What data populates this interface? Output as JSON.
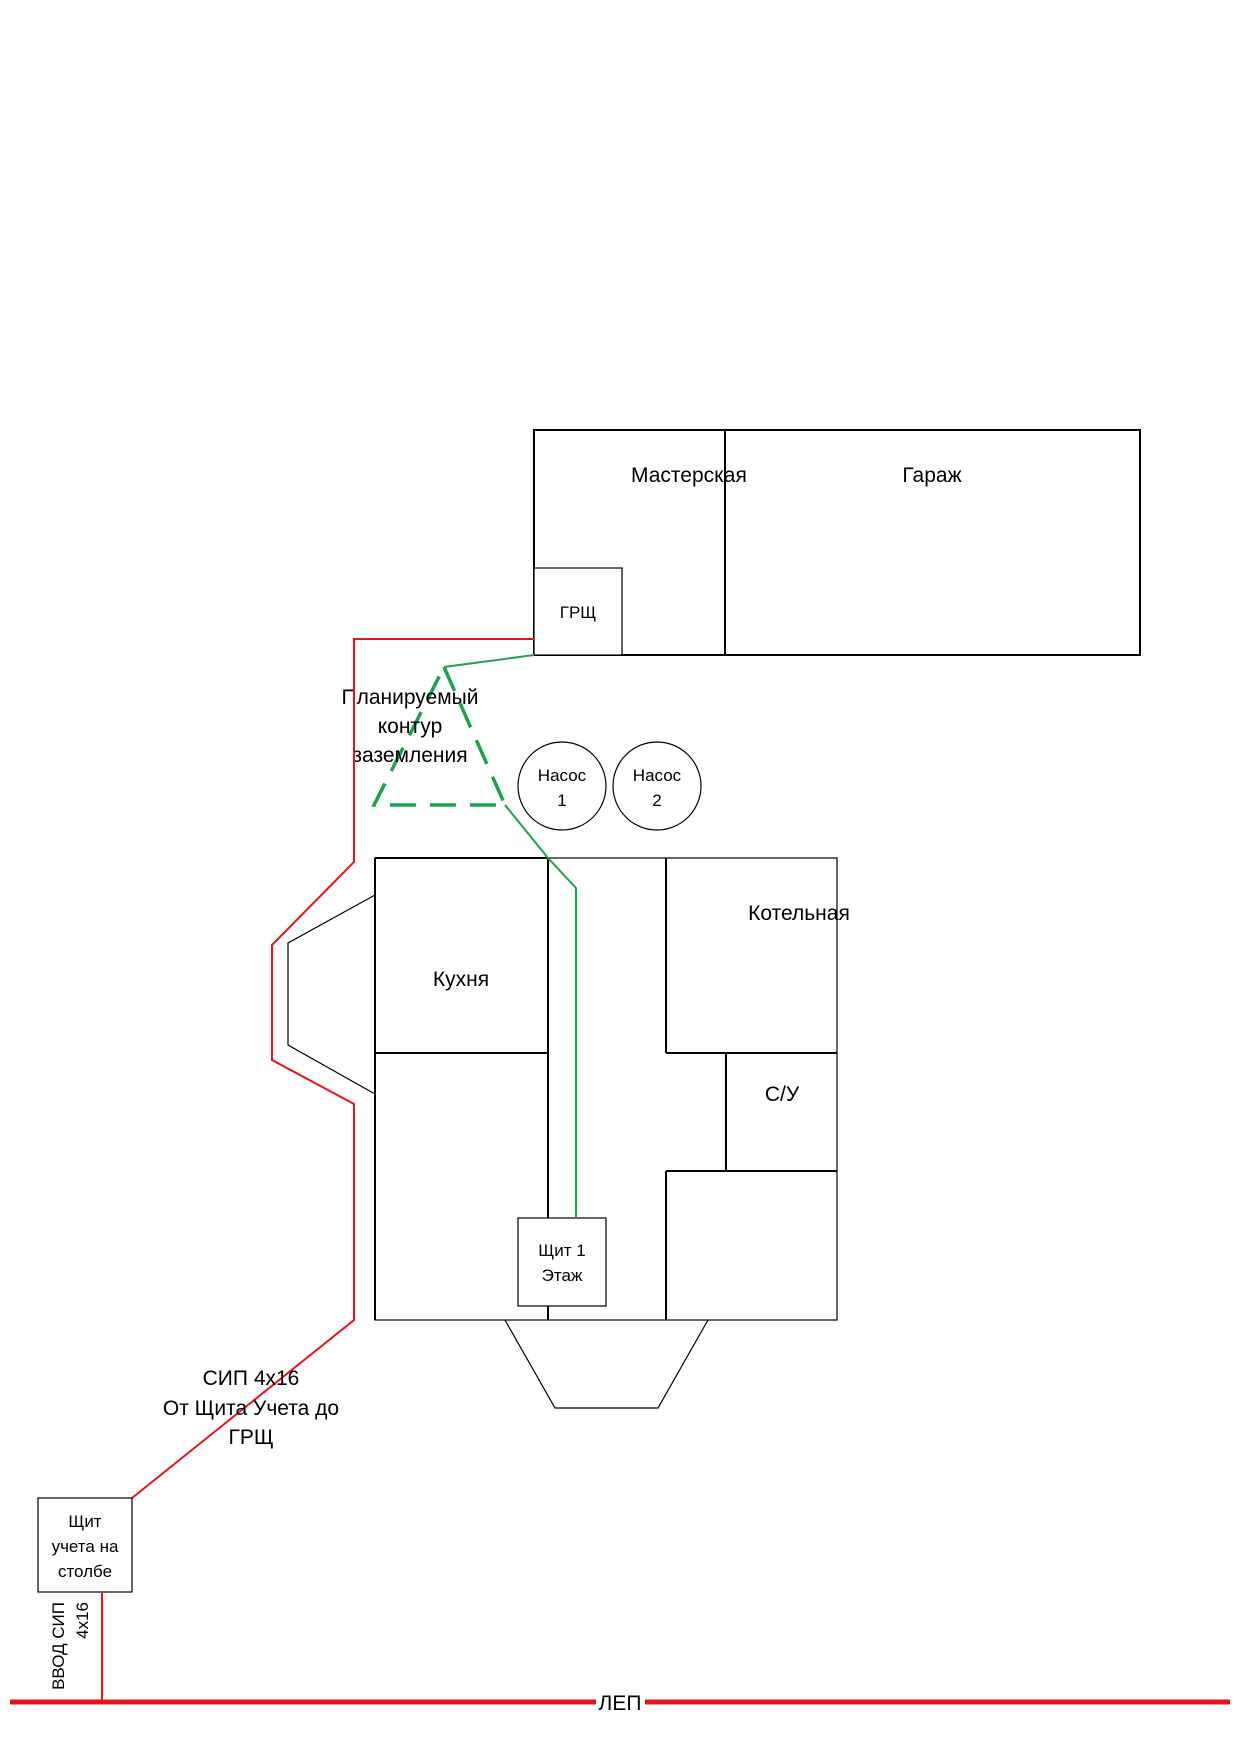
{
  "rooms": {
    "workshop": "Мастерская",
    "garage": "Гараж",
    "kitchen": "Кухня",
    "boiler": "Котельная",
    "bathroom": "С/У"
  },
  "panels": {
    "grsch": "ГРЩ",
    "floor_panel": [
      "Щит 1",
      "Этаж"
    ],
    "meter_panel": [
      "Щит",
      "учета на",
      "столбе"
    ]
  },
  "pumps": {
    "pump1": [
      "Насос",
      "1"
    ],
    "pump2": [
      "Насос",
      "2"
    ]
  },
  "grounding_label": [
    "Планируемый",
    "контур",
    "заземления"
  ],
  "cable_label": [
    "СИП 4х16",
    "От Щита Учета до",
    "ГРЩ"
  ],
  "input_label": [
    "ВВОД СИП",
    "4х16"
  ],
  "power_line_label": "ЛЕП",
  "colors": {
    "power": "#e8141b",
    "ground": "#1aa34a",
    "walls": "#000000"
  }
}
